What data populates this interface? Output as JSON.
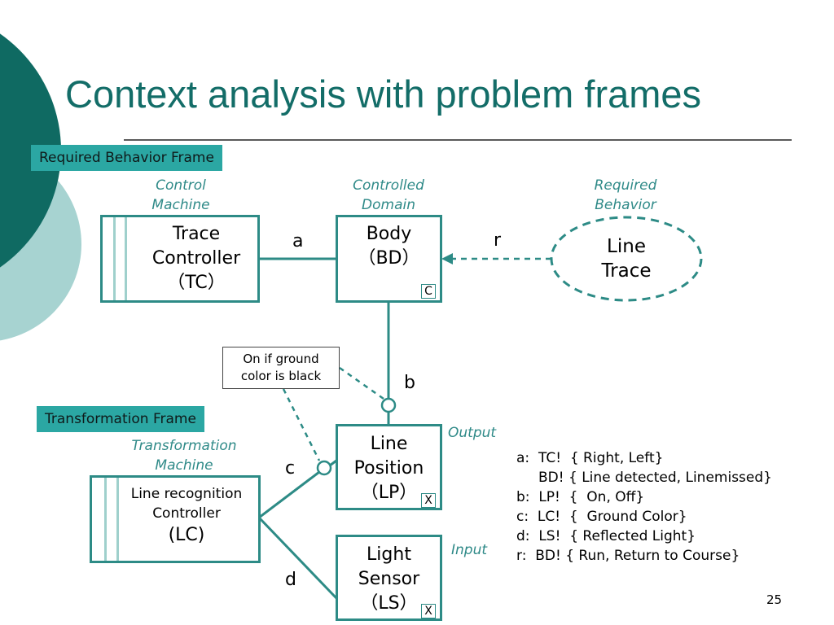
{
  "title": "Context analysis with problem frames",
  "tags": {
    "required_behavior_frame": "Required Behavior Frame",
    "transformation_frame": "Transformation Frame"
  },
  "captions": {
    "control_machine": [
      "Control",
      "Machine"
    ],
    "controlled_domain": [
      "Controlled",
      "Domain"
    ],
    "required_behavior": [
      "Required",
      "Behavior"
    ],
    "transformation_machine": [
      "Transformation",
      "Machine"
    ],
    "output": "Output",
    "input": "Input"
  },
  "nodes": {
    "trace_controller": [
      "Trace",
      "Controller",
      "（TC）"
    ],
    "body": [
      "Body",
      "（BD）"
    ],
    "line_trace": [
      "Line",
      "Trace"
    ],
    "line_position": [
      "Line",
      "Position",
      "（LP）"
    ],
    "line_recognition": [
      "Line recognition",
      "Controller",
      "(LC)"
    ],
    "light_sensor": [
      "Light",
      "Sensor",
      "（LS）"
    ]
  },
  "markers": {
    "body": "C",
    "line_position": "X",
    "light_sensor": "X"
  },
  "interfaces": {
    "a": "a",
    "b": "b",
    "c": "c",
    "d": "d",
    "r": "r"
  },
  "note": [
    "On if ground",
    "color is black"
  ],
  "legend": [
    "a:  TC!  { Right, Left}",
    "     BD! { Line detected, Linemissed}",
    "b:  LP!  {  On, Off}",
    "c:  LC!  {  Ground Color}",
    "d:  LS!  { Reflected Light}",
    "r:  BD! { Run, Return to Course}"
  ],
  "page_number": "25",
  "colors": {
    "accent": "#2d8b86",
    "title": "#136d68",
    "tag_bg": "#2ba7a3",
    "dark_teal": "#0f6a62",
    "light_teal": "#9fd0cc"
  }
}
